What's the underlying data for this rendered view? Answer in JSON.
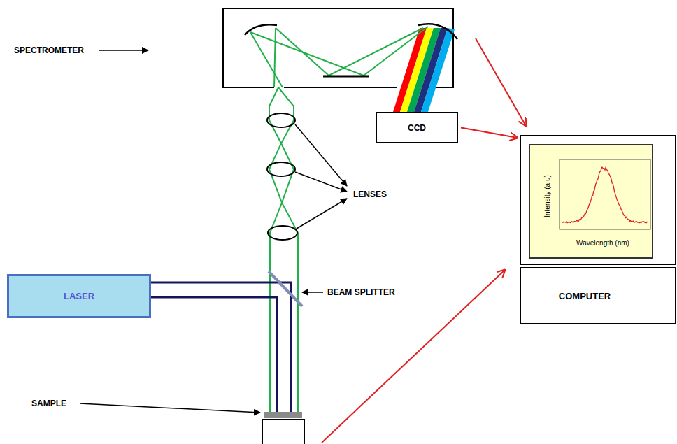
{
  "diagram": {
    "nodes": [
      {
        "text": [
          "CCD"
        ]
      },
      {
        "text": [
          "COMPUTER"
        ]
      },
      {
        "text": [
          "LASER"
        ]
      }
    ],
    "edges": [
      {
        "from": 0,
        "to": 1,
        "arrow": "to"
      }
    ],
    "labels": [
      "SPECTROMETER",
      "LENSES",
      "BEAM SPLITTER",
      "SAMPLE",
      "Intensity (a.u)",
      "Wavelength (nm)"
    ]
  }
}
